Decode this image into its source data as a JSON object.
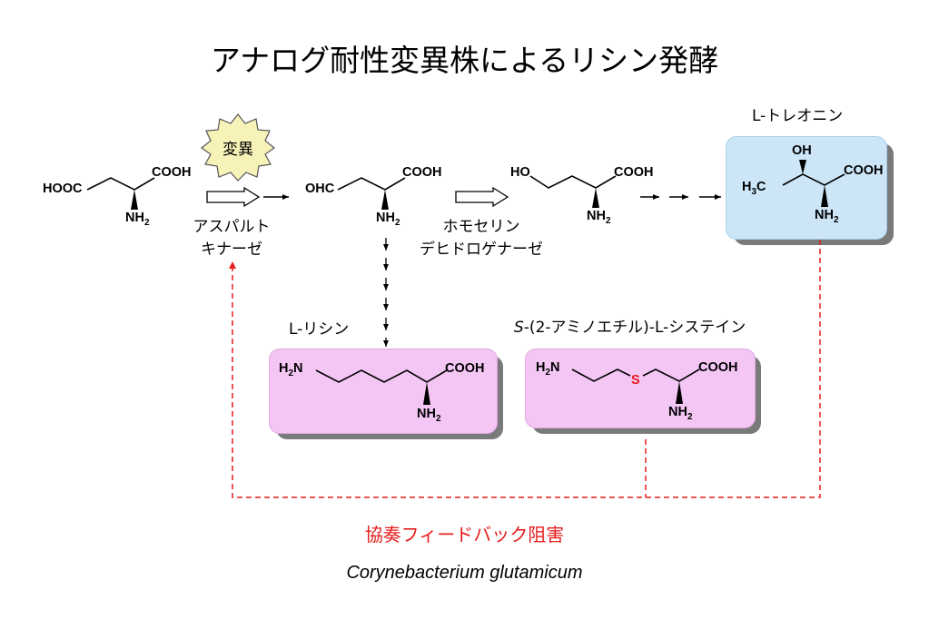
{
  "title": "アナログ耐性変異株によるリシン発酵",
  "mutation_badge": "変異",
  "enzymes": {
    "aspartate_kinase": [
      "アスパルト",
      "キナーゼ"
    ],
    "homoserine_dehydrogenase": [
      "ホモセリン",
      "デヒドロゲナーゼ"
    ]
  },
  "compounds": {
    "aspartate": {
      "left_group": "HOOC",
      "cooh": "COOH",
      "nh2": "NH",
      "sub": "2"
    },
    "aldehyde": {
      "left_group": "OHC",
      "cooh": "COOH",
      "nh2": "NH",
      "sub": "2"
    },
    "homoserine": {
      "left_group": "HO",
      "cooh": "COOH",
      "nh2": "NH",
      "sub": "2"
    },
    "threonine": {
      "name": "L-トレオニン",
      "oh": "OH",
      "h3c": "H",
      "h3c_sub": "3",
      "h3c_c": "C",
      "cooh": "COOH",
      "nh2": "NH",
      "sub": "2"
    },
    "lysine": {
      "name": "L-リシン",
      "h2n_h": "H",
      "h2n_sub": "2",
      "h2n_n": "N",
      "cooh": "COOH",
      "nh2": "NH",
      "sub": "2"
    },
    "aec": {
      "name_italic": "S",
      "name_rest": "-(2-アミノエチル)-L-システイン",
      "h2n_h": "H",
      "h2n_sub": "2",
      "h2n_n": "N",
      "s": "S",
      "cooh": "COOH",
      "nh2": "NH",
      "sub": "2"
    }
  },
  "feedback_label": "協奏フィードバック阻害",
  "organism": "Corynebacterium glutamicum",
  "colors": {
    "feedback_red": "#e51d1d",
    "pink_box": "#f4c6f4",
    "blue_box": "#cce6f8",
    "badge_fill": "#f7f3b8"
  }
}
